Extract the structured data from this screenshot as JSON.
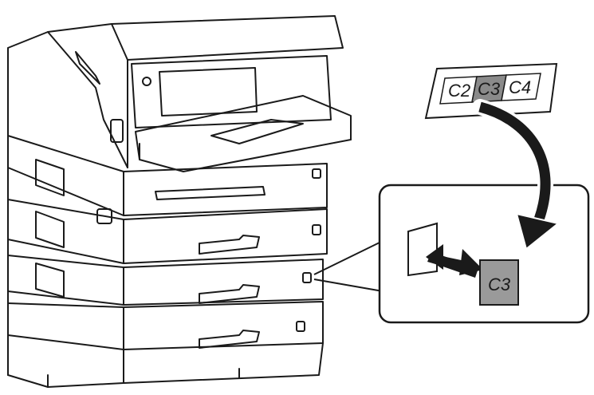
{
  "label_sheet": {
    "labels": [
      "C2",
      "C3",
      "C4"
    ],
    "selected_label": "C3"
  },
  "callout": {
    "sticker_label": "C3"
  },
  "colors": {
    "line": "#1a1a1a",
    "sticker_fill": "#9a9a9a",
    "selected_fill": "#8a8a8a",
    "arrow": "#1a1a1a"
  }
}
